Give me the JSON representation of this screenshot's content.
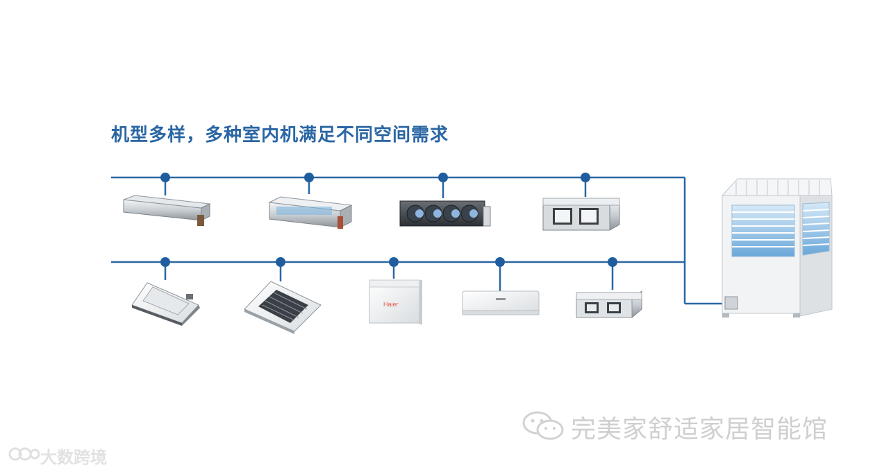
{
  "title": "机型多样，多种室内机满足不同空间需求",
  "colors": {
    "line": "#2a66a3",
    "node": "#1f5d9e",
    "title": "#2a66a3"
  },
  "top_row_units": [
    {
      "icon": "slim-duct-unit-icon"
    },
    {
      "icon": "duct-unit-icon"
    },
    {
      "icon": "high-static-duct-unit-icon"
    },
    {
      "icon": "large-duct-unit-icon"
    }
  ],
  "bottom_row_units": [
    {
      "icon": "one-way-cassette-icon"
    },
    {
      "icon": "four-way-cassette-icon"
    },
    {
      "icon": "floor-ceiling-unit-icon"
    },
    {
      "icon": "wall-mounted-unit-icon"
    },
    {
      "icon": "fresh-air-unit-icon"
    }
  ],
  "outdoor_unit": {
    "icon": "outdoor-vrf-unit-icon"
  },
  "watermark": {
    "wechat_text": "完美家舒适家居智能馆",
    "brand_text": "大数跨境"
  }
}
